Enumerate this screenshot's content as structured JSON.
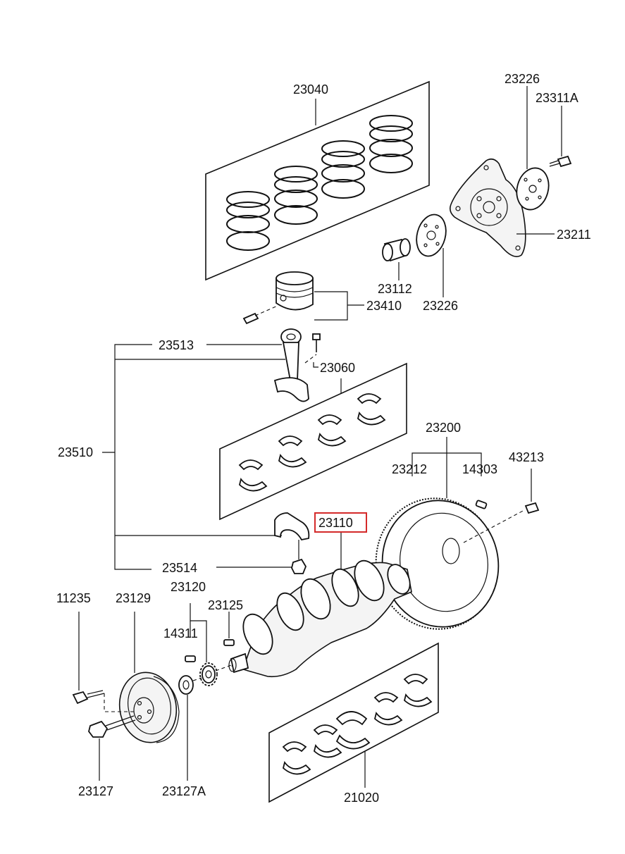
{
  "diagram": {
    "highlight_color": "#d42a2a",
    "line_color": "#111111",
    "labels": {
      "p23040": "23040",
      "p23226_top": "23226",
      "p23311A": "23311A",
      "p23211": "23211",
      "p23112": "23112",
      "p23226_mid": "23226",
      "p23410": "23410",
      "p23513": "23513",
      "p23060": "23060",
      "p23510": "23510",
      "p23200": "23200",
      "p23212": "23212",
      "p14303": "14303",
      "p43213": "43213",
      "p23110": "23110",
      "p23514": "23514",
      "p11235": "11235",
      "p23129": "23129",
      "p23120": "23120",
      "p23125": "23125",
      "p14311": "14311",
      "p23127": "23127",
      "p23127A": "23127A",
      "p21020": "21020"
    },
    "highlighted_part": "23110"
  }
}
